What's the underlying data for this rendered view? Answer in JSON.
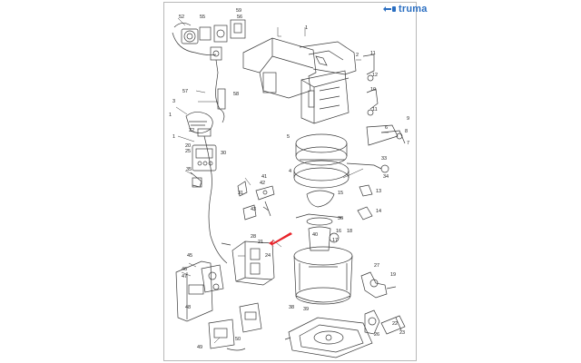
{
  "brand": {
    "name": "truma",
    "color": "#2a6ec1"
  },
  "arrow": {
    "color": "#e8232a"
  },
  "labels": [
    {
      "id": "l52",
      "text": "52"
    },
    {
      "id": "l55",
      "text": "55"
    },
    {
      "id": "l59",
      "text": "59"
    },
    {
      "id": "l56",
      "text": "56"
    },
    {
      "id": "l57",
      "text": "57"
    },
    {
      "id": "l1a",
      "text": "1"
    },
    {
      "id": "l58",
      "text": "58"
    },
    {
      "id": "l2",
      "text": "2"
    },
    {
      "id": "l3",
      "text": "3"
    },
    {
      "id": "l1b",
      "text": "1"
    },
    {
      "id": "l32",
      "text": "32"
    },
    {
      "id": "l1c",
      "text": "1"
    },
    {
      "id": "l20",
      "text": "20"
    },
    {
      "id": "l25",
      "text": "25"
    },
    {
      "id": "l30",
      "text": "30"
    },
    {
      "id": "l35",
      "text": "35"
    },
    {
      "id": "l31",
      "text": "31"
    },
    {
      "id": "l41",
      "text": "41"
    },
    {
      "id": "l42",
      "text": "42"
    },
    {
      "id": "l43",
      "text": "43"
    },
    {
      "id": "l28",
      "text": "28"
    },
    {
      "id": "l21",
      "text": "21"
    },
    {
      "id": "l24",
      "text": "24"
    },
    {
      "id": "l45",
      "text": "45"
    },
    {
      "id": "l46",
      "text": "46"
    },
    {
      "id": "l47",
      "text": "47"
    },
    {
      "id": "l48",
      "text": "48"
    },
    {
      "id": "l49",
      "text": "49"
    },
    {
      "id": "l50",
      "text": "50"
    },
    {
      "id": "l11a",
      "text": "11"
    },
    {
      "id": "l12",
      "text": "12"
    },
    {
      "id": "l10",
      "text": "10"
    },
    {
      "id": "l11b",
      "text": "11"
    },
    {
      "id": "l6",
      "text": "6"
    },
    {
      "id": "l9",
      "text": "9"
    },
    {
      "id": "l8",
      "text": "8"
    },
    {
      "id": "l7",
      "text": "7"
    },
    {
      "id": "l5",
      "text": "5"
    },
    {
      "id": "l4",
      "text": "4"
    },
    {
      "id": "l33",
      "text": "33"
    },
    {
      "id": "l34",
      "text": "34"
    },
    {
      "id": "l13",
      "text": "13"
    },
    {
      "id": "l14",
      "text": "14"
    },
    {
      "id": "l15",
      "text": "15"
    },
    {
      "id": "l36",
      "text": "36"
    },
    {
      "id": "l18",
      "text": "18"
    },
    {
      "id": "l16",
      "text": "16"
    },
    {
      "id": "l17",
      "text": "17"
    },
    {
      "id": "l38",
      "text": "38"
    },
    {
      "id": "l39",
      "text": "39"
    },
    {
      "id": "l40",
      "text": "40"
    },
    {
      "id": "l27",
      "text": "27"
    },
    {
      "id": "l19",
      "text": "19"
    },
    {
      "id": "l22",
      "text": "22"
    },
    {
      "id": "l23",
      "text": "23"
    },
    {
      "id": "l26",
      "text": "26"
    }
  ]
}
